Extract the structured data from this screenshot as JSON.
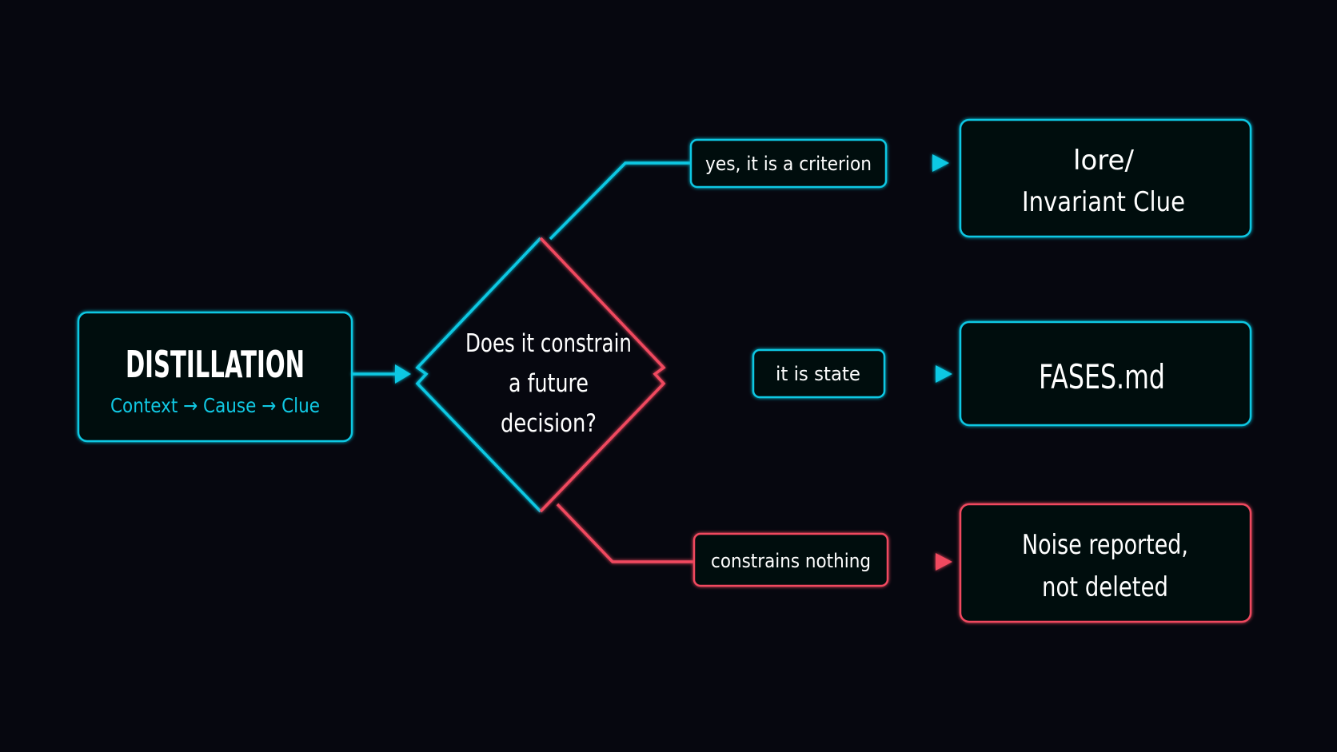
{
  "colors": {
    "background": "#06070f",
    "cyan": "#10c8e3",
    "red": "#f0485e",
    "text": "#ffffff"
  },
  "source_box": {
    "title": "DISTILLATION",
    "subtitle": "Context → Cause → Clue"
  },
  "decision": {
    "lines": [
      "Does it constrain",
      "a future",
      "decision?"
    ]
  },
  "branches": {
    "top": {
      "label": "yes, it is a criterion",
      "result_lines": [
        "lore/",
        "Invariant Clue"
      ],
      "color": "cyan"
    },
    "middle": {
      "label": "it is state",
      "result_lines": [
        "FASES.md"
      ],
      "color": "cyan"
    },
    "bottom": {
      "label": "constrains nothing",
      "result_lines": [
        "Noise reported,",
        "not deleted"
      ],
      "color": "red"
    }
  }
}
